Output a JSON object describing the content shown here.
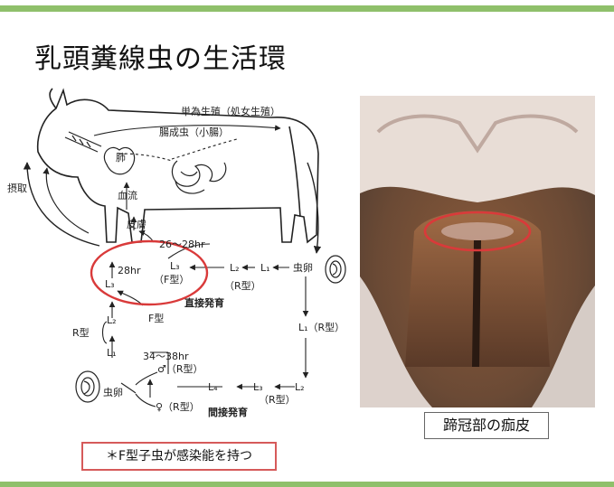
{
  "title": "乳頭糞線虫の生活環",
  "diagram": {
    "labels": {
      "parthenogenesis": "単為生殖（処女生殖）",
      "adult_worm": "腸成虫（小腸）",
      "lung": "肺",
      "blood_flow": "血流",
      "skin": "皮膚",
      "ingestion": "摂取",
      "time_26_28": "26～28hr",
      "time_28": "28hr",
      "l3_top": "L₃",
      "l3_left": "L₃",
      "f_type_paren": "（F型）",
      "l2_mid": "L₂",
      "l1_mid": "L₁",
      "r_type_paren_mid": "（R型）",
      "egg_right": "虫卵",
      "direct_development": "直接発育",
      "f_type": "F型",
      "l2_left": "L₂",
      "r_type": "R型",
      "l1_left": "L₁",
      "time_34_38": "34～38hr",
      "male_r": "♂（R型）",
      "l1_r_type": "L₁（R型）",
      "l4_bottom": "L₄",
      "l3_bottom": "L₃",
      "l2_bottom": "L₂",
      "r_type_paren_bottom": "（R型）",
      "egg_left": "虫卵",
      "female_r": "♀（R型）",
      "indirect_development": "間接発育"
    }
  },
  "photo_caption": "蹄冠部の痂皮",
  "note": "＊F型子虫が感染能を持つ",
  "colors": {
    "accent_bar": "#8fc06b",
    "highlight_red": "#d93a3a"
  }
}
